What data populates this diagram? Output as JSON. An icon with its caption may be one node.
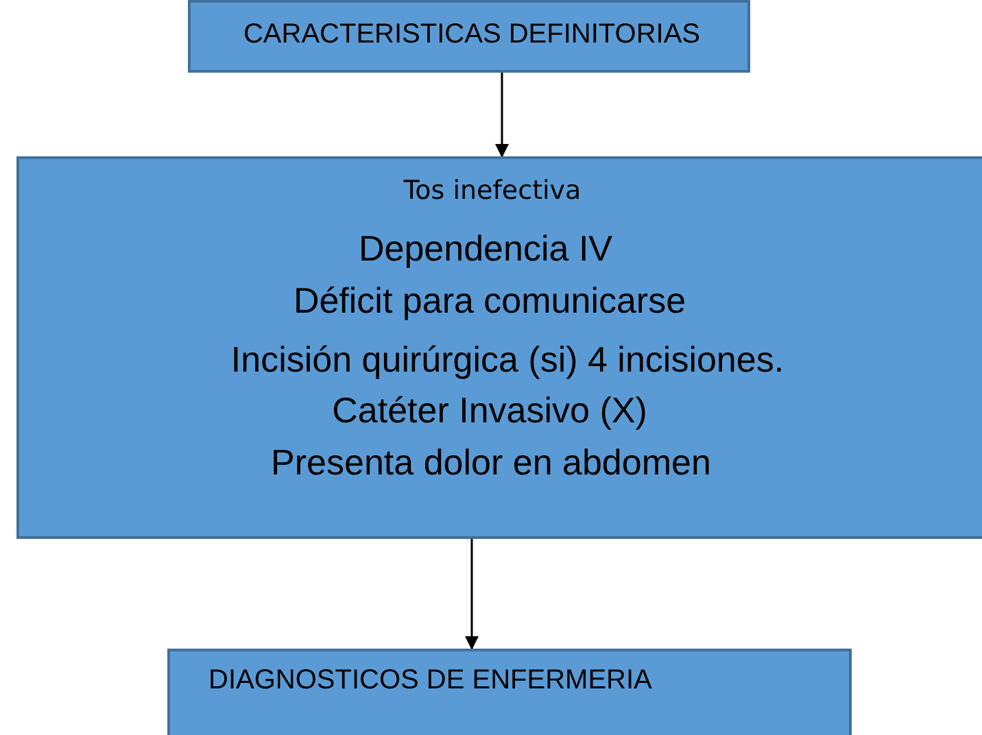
{
  "diagram": {
    "nodes": [
      {
        "text": [
          "CARACTERISTICAS DEFINITORIAS"
        ]
      },
      {
        "text": [
          "Tos inefectiva",
          "Dependencia IV",
          "Déficit para comunicarse",
          "Incisión quirúrgica (si) 4 incisiones.",
          "Catéter Invasivo (X)",
          "Presenta dolor en abdomen"
        ]
      },
      {
        "text": [
          "DIAGNOSTICOS DE ENFERMERIA"
        ]
      }
    ],
    "edges": [
      {
        "from": 0,
        "to": 1,
        "arrow": "to"
      },
      {
        "from": 1,
        "to": 2,
        "arrow": "to"
      }
    ]
  }
}
